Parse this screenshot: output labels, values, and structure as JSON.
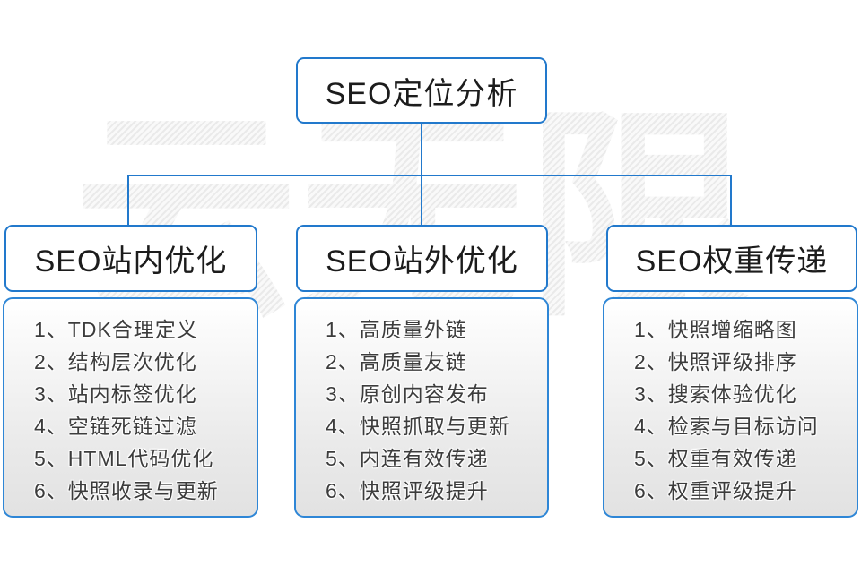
{
  "root": {
    "title": "SEO定位分析"
  },
  "branches": [
    {
      "title": "SEO站内优化",
      "items": [
        "1、TDK合理定义",
        "2、结构层次优化",
        "3、站内标签优化",
        "4、空链死链过滤",
        "5、HTML代码优化",
        "6、快照收录与更新"
      ]
    },
    {
      "title": "SEO站外优化",
      "items": [
        "1、高质量外链",
        "2、高质量友链",
        "3、原创内容发布",
        "4、快照抓取与更新",
        "5、内连有效传递",
        "6、快照评级提升"
      ]
    },
    {
      "title": "SEO权重传递",
      "items": [
        "1、快照增缩略图",
        "2、快照评级排序",
        "3、搜索体验优化",
        "4、检索与目标访问",
        "5、权重有效传递",
        "6、权重评级提升"
      ]
    }
  ],
  "watermark": "云无限",
  "colors": {
    "accent_line": "#2279cc",
    "panel_border": "#2e86d6",
    "title_text": "#1c1c1c",
    "list_text": "#3c3c3c",
    "watermark_fill": "#ececec"
  }
}
